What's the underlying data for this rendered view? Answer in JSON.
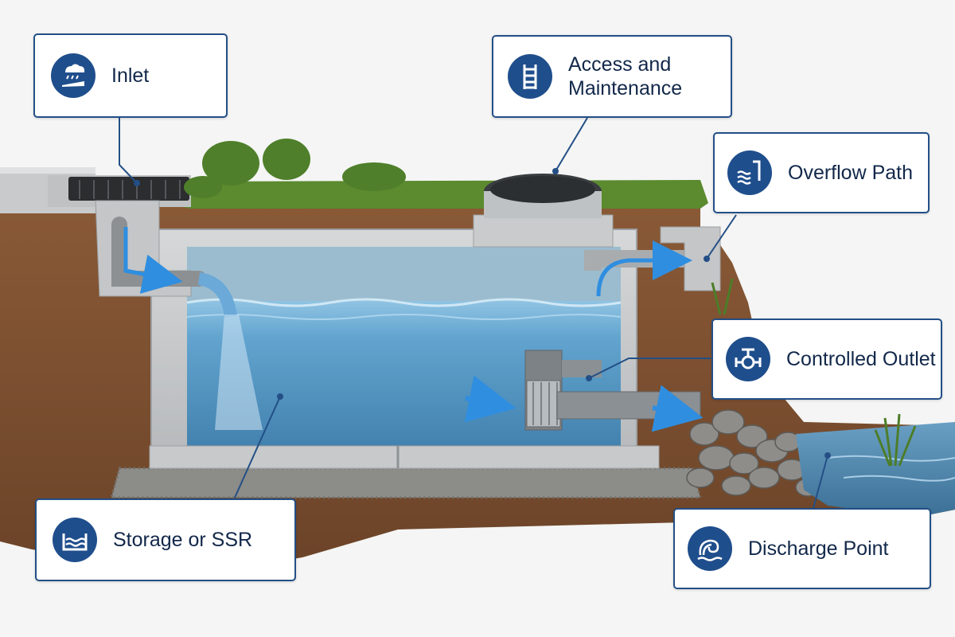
{
  "colors": {
    "accent_blue": "#1f4e8c",
    "callout_border": "#234f86",
    "label_text": "#12284a",
    "water": "#5fa3cf",
    "flow_arrow": "#2f8ee0",
    "soil": "#7a4f31",
    "grass": "#5b8a2f",
    "concrete": "#c9cbcc"
  },
  "callouts": {
    "inlet": {
      "label": "Inlet",
      "icon": "rain-inlet-icon"
    },
    "access": {
      "label_line1": "Access and",
      "label_line2": "Maintenance",
      "icon": "ladder-icon"
    },
    "overflow": {
      "label": "Overflow Path",
      "icon": "overflow-icon"
    },
    "controlled_outlet": {
      "label": "Controlled Outlet",
      "icon": "valve-icon"
    },
    "storage": {
      "label": "Storage or SSR",
      "icon": "storage-tank-icon"
    },
    "discharge": {
      "label": "Discharge Point",
      "icon": "discharge-wave-icon"
    }
  }
}
